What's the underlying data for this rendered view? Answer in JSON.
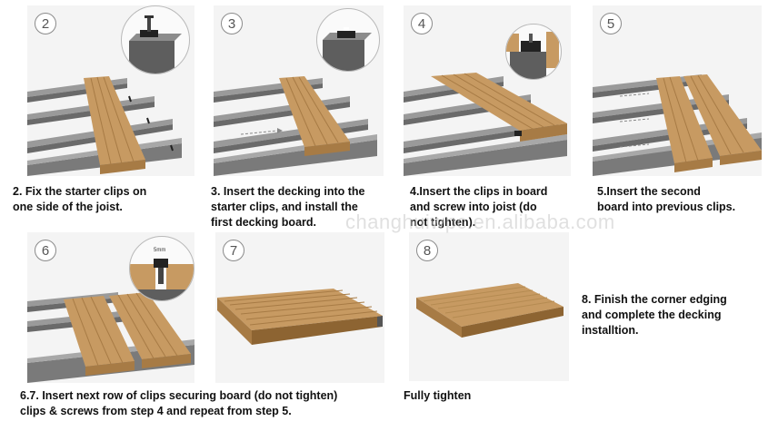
{
  "watermark": "changhuiwpc.en.alibaba.com",
  "steps": [
    {
      "number": "2",
      "caption": "2. Fix the starter clips on\none side of the joist."
    },
    {
      "number": "3",
      "caption": "3. Insert the decking into the\nstarter clips, and install the\nfirst decking board."
    },
    {
      "number": "4",
      "caption": "4.Insert the clips in board\nand screw into joist (do\nnot tighten)."
    },
    {
      "number": "5",
      "caption": "5.Insert the second\nboard into previous clips."
    },
    {
      "number": "6",
      "caption": "6.7. Insert next row of clips securing board  (do not tighten)\nclips & screws from step 4 and repeat from step 5."
    },
    {
      "number": "7",
      "caption": "Fully tighten"
    },
    {
      "number": "8",
      "caption": "8. Finish the corner edging\nand complete the decking\ninstalltion."
    }
  ],
  "inset6_label": "5mm",
  "colors": {
    "wood": "#c79a62",
    "wood_dark": "#a77b45",
    "joist": "#6a6a6a",
    "joist_top": "#9a9a9a",
    "panel_bg": "#f4f4f4"
  }
}
